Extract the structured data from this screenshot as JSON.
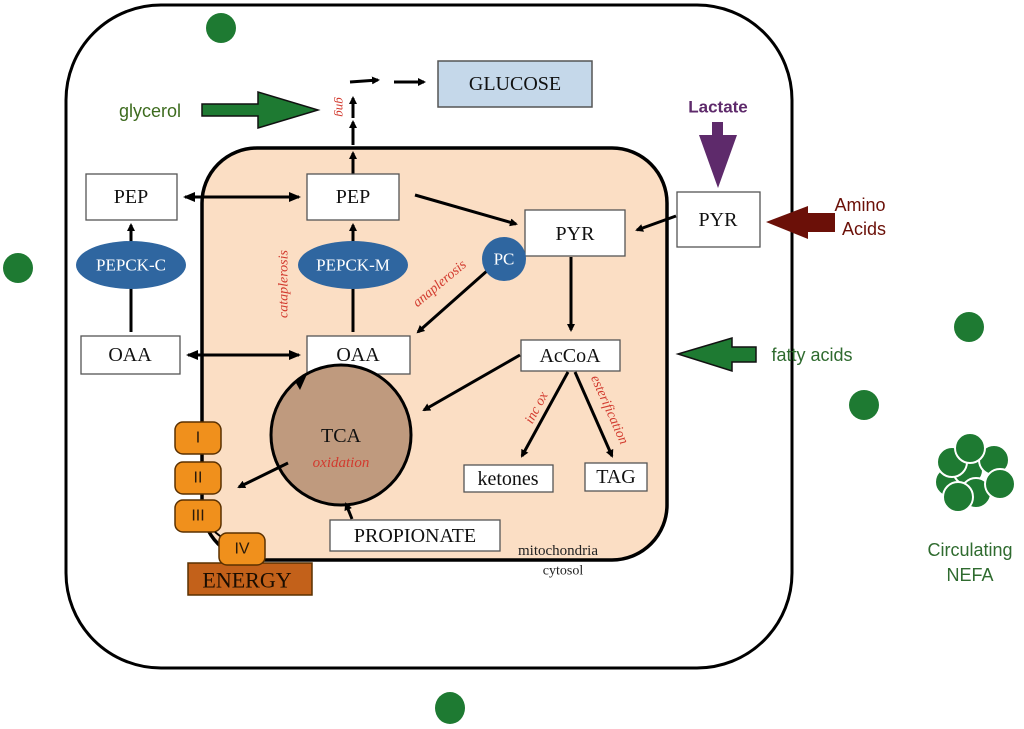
{
  "diagram": {
    "compartments": {
      "cytosol_label": "cytosol",
      "mitochondria_label": "mitochondria"
    },
    "metabolites": {
      "glucose": "GLUCOSE",
      "pep_cytosol": "PEP",
      "pep_mito": "PEP",
      "oaa_cytosol": "OAA",
      "oaa_mito": "OAA",
      "pyr_mito": "PYR",
      "pyr_cytosol": "PYR",
      "accoa": "AcCoA",
      "ketones": "ketones",
      "tag": "TAG",
      "propionate": "PROPIONATE",
      "tca": "TCA",
      "energy": "ENERGY"
    },
    "enzymes": {
      "pepck_c": "PEPCK-C",
      "pepck_m": "PEPCK-M",
      "pc": "PC"
    },
    "process_labels": {
      "gng": "gng",
      "cataplerosis": "cataplerosis",
      "anaplerosis": "anaplerosis",
      "tca_oxidation": "oxidation",
      "inc_ox": "inc ox",
      "esterification": "esterification"
    },
    "inputs": {
      "glycerol": "glycerol",
      "lactate": "Lactate",
      "amino_acids_line1": "Amino",
      "amino_acids_line2": "Acids",
      "fatty_acids": "fatty acids",
      "nefa_line1": "Circulating",
      "nefa_line2": "NEFA"
    },
    "etc_complexes": [
      "I",
      "II",
      "III",
      "IV"
    ],
    "colors": {
      "mitochondria_fill": "#fbdec4",
      "glucose_fill": "#c5d8ea",
      "enzyme_fill": "#2f66a0",
      "tca_fill": "#bf9a7e",
      "complex_fill": "#f0901c",
      "energy_fill": "#c3611a",
      "green": "#1e7a32",
      "purple": "#5e2a6b",
      "maroon": "#6b1008",
      "red_text": "#d23a2e"
    }
  }
}
